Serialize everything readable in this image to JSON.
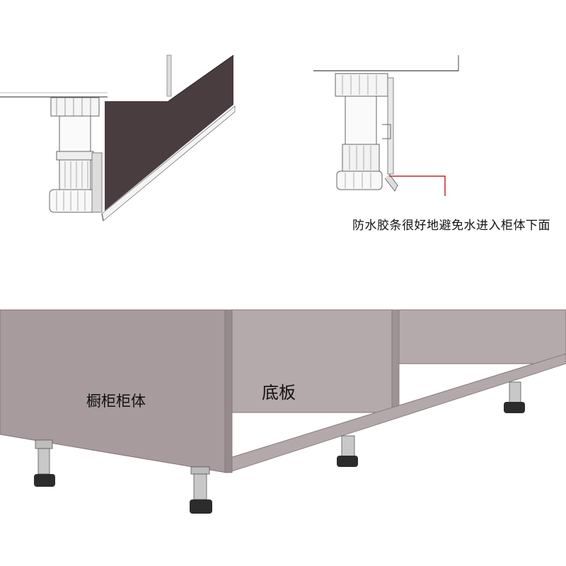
{
  "labels": {
    "seal_strip_note": "防水胶条很好地避免水进入柜体下面",
    "cabinet_body": "橱柜柜体",
    "base_board": "底板"
  },
  "colors": {
    "cabinet_side": "#a79b9d",
    "cabinet_back": "#b4a9ab",
    "kick_panel": "#4a3d3f",
    "leader_line": "#c0282d",
    "foot_dark": "#2c2c2c"
  }
}
